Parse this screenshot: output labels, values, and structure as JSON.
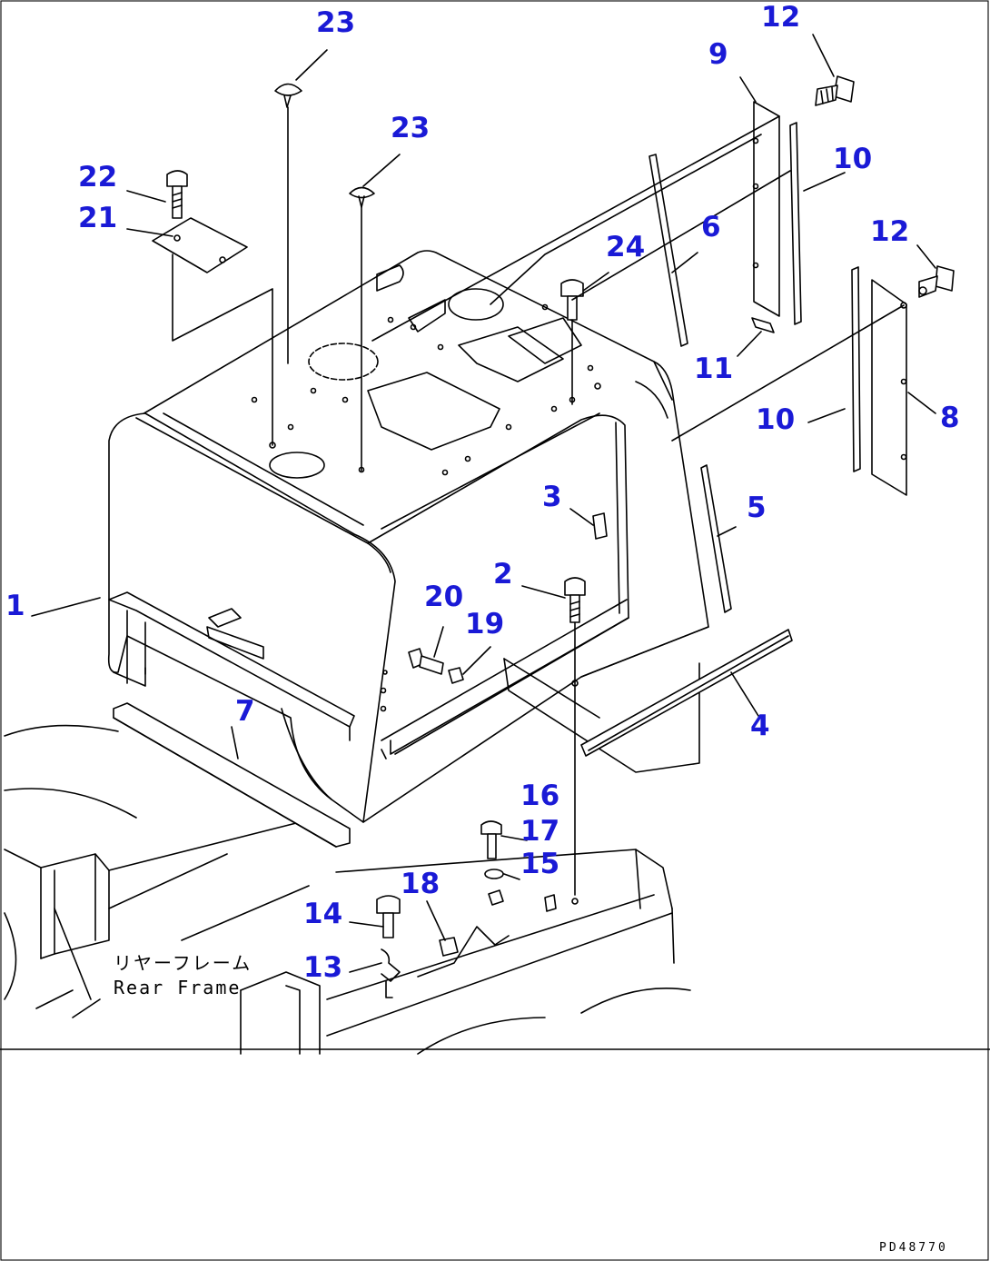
{
  "diagram": {
    "drawing_code": "PD48770",
    "frame_label_jp": "リヤーフレーム",
    "frame_label_en": "Rear Frame",
    "label_color": "#1a1ad6",
    "callouts": [
      {
        "id": "c1",
        "text": "1"
      },
      {
        "id": "c2",
        "text": "2"
      },
      {
        "id": "c3",
        "text": "3"
      },
      {
        "id": "c4",
        "text": "4"
      },
      {
        "id": "c5",
        "text": "5"
      },
      {
        "id": "c6",
        "text": "6"
      },
      {
        "id": "c7",
        "text": "7"
      },
      {
        "id": "c8",
        "text": "8"
      },
      {
        "id": "c9",
        "text": "9"
      },
      {
        "id": "c10a",
        "text": "10"
      },
      {
        "id": "c10b",
        "text": "10"
      },
      {
        "id": "c11",
        "text": "11"
      },
      {
        "id": "c12a",
        "text": "12"
      },
      {
        "id": "c12b",
        "text": "12"
      },
      {
        "id": "c13",
        "text": "13"
      },
      {
        "id": "c14",
        "text": "14"
      },
      {
        "id": "c15",
        "text": "15"
      },
      {
        "id": "c16",
        "text": "16"
      },
      {
        "id": "c17",
        "text": "17"
      },
      {
        "id": "c18",
        "text": "18"
      },
      {
        "id": "c19",
        "text": "19"
      },
      {
        "id": "c20",
        "text": "20"
      },
      {
        "id": "c21",
        "text": "21"
      },
      {
        "id": "c22",
        "text": "22"
      },
      {
        "id": "c23a",
        "text": "23"
      },
      {
        "id": "c23b",
        "text": "23"
      },
      {
        "id": "c24",
        "text": "24"
      }
    ]
  }
}
